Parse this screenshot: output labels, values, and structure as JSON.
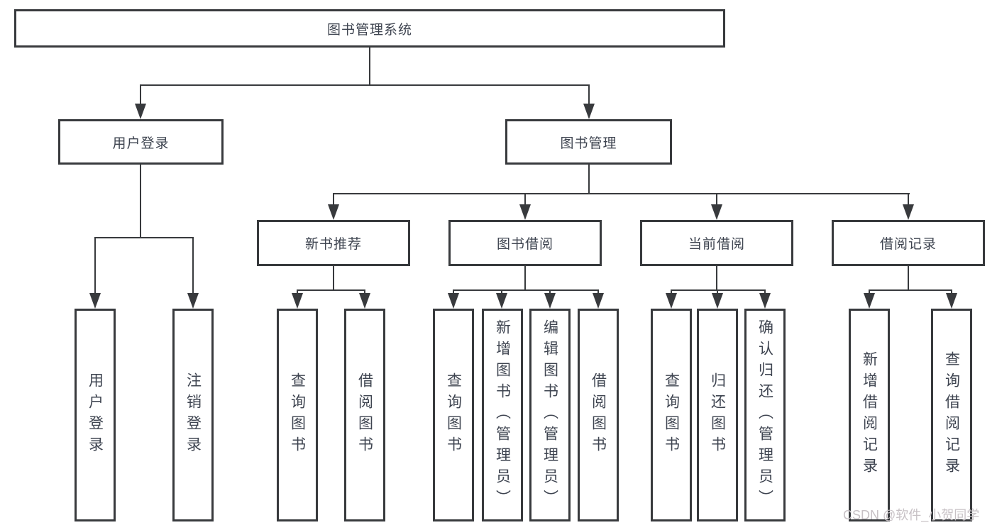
{
  "diagram": {
    "root": {
      "label": "图书管理系统"
    },
    "branches": [
      {
        "label": "用户登录",
        "leaves": [
          {
            "label": "用户登录"
          },
          {
            "label": "注销登录"
          }
        ]
      },
      {
        "label": "图书管理",
        "groups": [
          {
            "label": "新书推荐",
            "leaves": [
              {
                "label": "查询图书"
              },
              {
                "label": "借阅图书"
              }
            ]
          },
          {
            "label": "图书借阅",
            "leaves": [
              {
                "label": "查询图书"
              },
              {
                "label": "新增图书（管理员）"
              },
              {
                "label": "编辑图书（管理员）"
              },
              {
                "label": "借阅图书"
              }
            ]
          },
          {
            "label": "当前借阅",
            "leaves": [
              {
                "label": "查询图书"
              },
              {
                "label": "归还图书"
              },
              {
                "label": "确认归还（管理员）"
              }
            ]
          },
          {
            "label": "借阅记录",
            "leaves": [
              {
                "label": "新增借阅记录"
              },
              {
                "label": "查询借阅记录"
              }
            ]
          }
        ]
      }
    ],
    "watermark": "CSDN @软件_小贺同学",
    "colors": {
      "line": "#383a3d",
      "text": "#3e4450",
      "watermark": "#c7c1c5",
      "background": "#ffffff"
    }
  }
}
